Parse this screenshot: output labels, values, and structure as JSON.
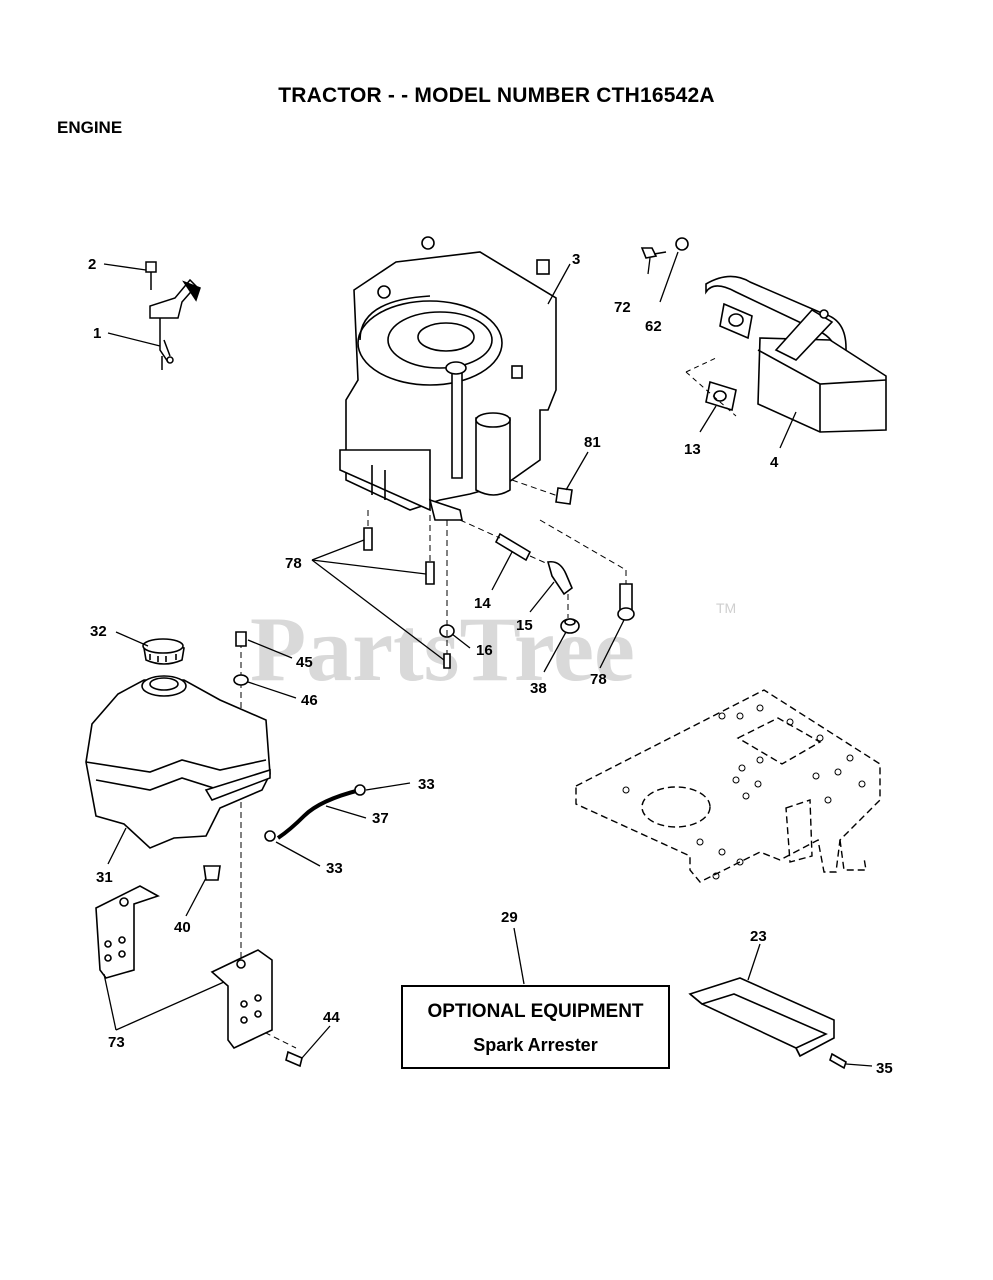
{
  "header": {
    "title": "TRACTOR - - MODEL NUMBER CTH16542A",
    "section": "ENGINE"
  },
  "watermark": {
    "text": "PartsTree",
    "trademark": "TM"
  },
  "callouts": [
    "1",
    "2",
    "3",
    "72",
    "62",
    "13",
    "4",
    "81",
    "78",
    "14",
    "15",
    "16",
    "38",
    "78",
    "32",
    "45",
    "46",
    "33",
    "37",
    "33",
    "31",
    "40",
    "29",
    "23",
    "73",
    "44",
    "35"
  ],
  "optional_box": {
    "heading": "OPTIONAL EQUIPMENT",
    "item": "Spark Arrester"
  },
  "colors": {
    "ink": "#000000",
    "watermark": "#d9d9d9",
    "background": "#ffffff"
  }
}
